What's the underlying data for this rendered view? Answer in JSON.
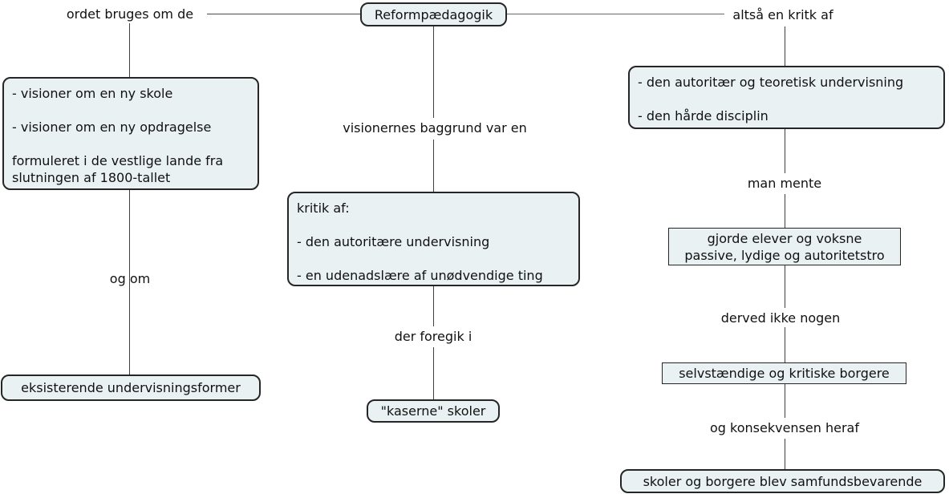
{
  "title": "Reformpædagogik concept map",
  "colors": {
    "node_fill": "#e9f1f3",
    "node_border": "#262626",
    "line": "#3f3f3f",
    "text": "#111111",
    "background": "#ffffff"
  },
  "nodes": {
    "root": "Reformpædagogik",
    "visions": {
      "line1": "- visioner om en ny skole",
      "line2": "- visioner om en ny opdragelse",
      "line3": "formuleret i de vestlige lande fra slutningen af 1800-tallet"
    },
    "existing_forms": "eksisterende undervisningsformer",
    "critique": {
      "line1": "kritik af:",
      "line2": "- den autoritære undervisning",
      "line3": "- en udenadslære af unødvendige ting"
    },
    "kaserne": "\"kaserne\" skoler",
    "critique_of": {
      "line1": "- den autoritær og teoretisk undervisning",
      "line2": "- den hårde disciplin"
    },
    "made_passive": {
      "line1": "gjorde elever og voksne",
      "line2": "passive, lydige og autoritetstro"
    },
    "independent_citizens": "selvstændige og kritiske borgere",
    "consequence": "skoler og borgere blev samfundsbevarende"
  },
  "links": {
    "word_used_about": "ordet bruges om de",
    "and_about": "og om",
    "visions_background": "visionernes baggrund var en",
    "took_place_in": "der foregik i",
    "thus_critique": "altså en kritk af",
    "people_thought": "man mente",
    "thereby_no": "derved ikke nogen",
    "and_consequence": "og konsekvensen heraf"
  }
}
